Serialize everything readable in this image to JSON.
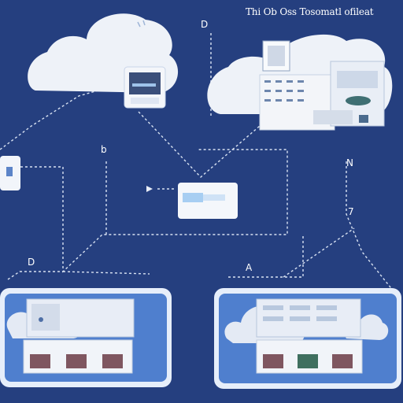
{
  "diagram": {
    "title": "Thi Ob Oss Tosomatl ofileat",
    "labels": {
      "top_middle": "D",
      "left_middle": "b",
      "right_upper": "N",
      "right_lower": "7",
      "bottom_left": "D",
      "bottom_right": "A"
    }
  },
  "colors": {
    "background": "#253f7f",
    "cloud": "#eef2f8",
    "connector": "#d8e2f2",
    "panel_frame": "#e6eefa",
    "panel_fill": "#4f7fce"
  },
  "icons": {
    "top_left_device": "server-icon",
    "top_right_device": "datacenter-icon",
    "center_device": "router-icon",
    "left_node": "device-icon",
    "bottom_left_panel": "building-icon",
    "bottom_right_panel": "building-icon"
  }
}
